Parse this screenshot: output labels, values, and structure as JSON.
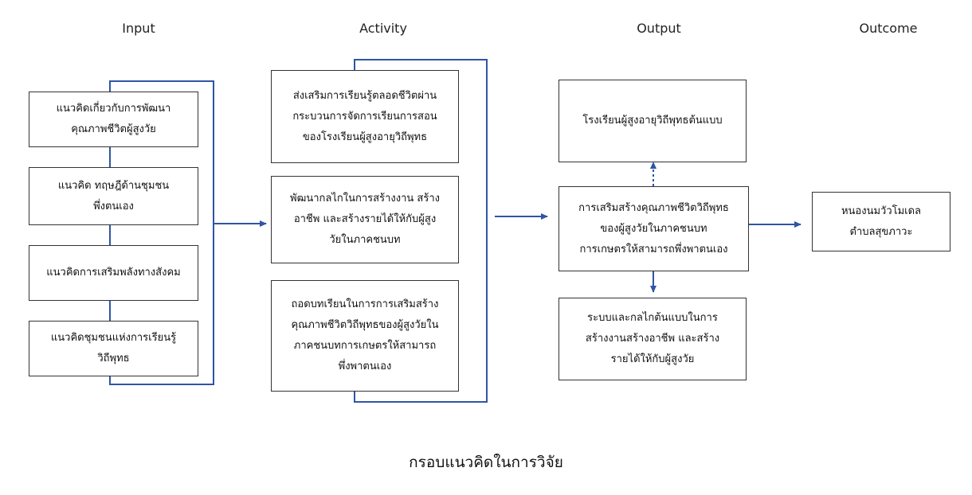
{
  "headings": {
    "input": "Input",
    "activity": "Activity",
    "output": "Output",
    "outcome": "Outcome"
  },
  "input_boxes": [
    "แนวคิดเกี่ยวกับการพัฒนา\nคุณภาพชีวิตผู้สูงวัย",
    "แนวคิด ทฤษฎีด้านชุมชน\nพึ่งตนเอง",
    "แนวคิดการเสริมพลังทางสังคม",
    "แนวคิดชุมชนแห่งการเรียนรู้\nวิถีพุทธ"
  ],
  "activity_boxes": [
    "ส่งเสริมการเรียนรู้ตลอดชีวิตผ่าน\nกระบวนการจัดการเรียนการสอน\nของโรงเรียนผู้สูงอายุวิถีพุทธ",
    "พัฒนากลไกในการสร้างงาน สร้าง\nอาชีพ และสร้างรายได้ให้กับผู้สูง\nวัยในภาคชนบท",
    "ถอดบทเรียนในการการเสริมสร้าง\nคุณภาพชีวิตวิถีพุทธของผู้สูงวัยใน\nภาคชนบทการเกษตรให้สามารถ\nพึ่งพาตนเอง"
  ],
  "output_boxes": {
    "top": "โรงเรียนผู้สูงอายุวิถีพุทธต้นแบบ",
    "middle": "การเสริมสร้างคุณภาพชีวิตวิถีพุทธ\nของผู้สูงวัยในภาคชนบท\nการเกษตรให้สามารถพึ่งพาตนเอง",
    "bottom": "ระบบและกลไกต้นแบบในการ\nสร้างงานสร้างอาชีพ และสร้าง\nรายได้ให้กับผู้สูงวัย"
  },
  "outcome_box": "หนองนมวัวโมเดล\nตำบลสุขภาวะ",
  "caption": "กรอบแนวคิดในการวิจัย",
  "colors": {
    "connector": "#2f55a4",
    "box_border": "#333333"
  }
}
